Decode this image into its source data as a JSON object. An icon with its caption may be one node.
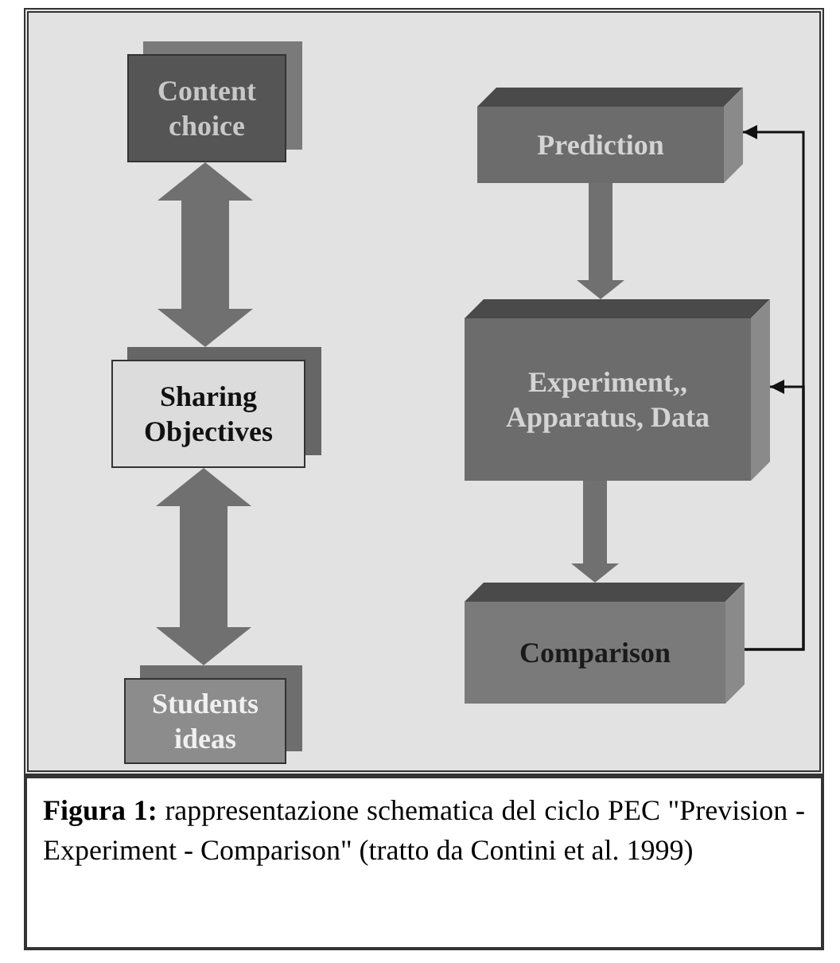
{
  "diagram": {
    "caption": "**Figura 1:** rappresentazione schematica del ciclo PEC \"Prevision - Experiment - Comparison\" (tratto da Contini et al. 1999)",
    "nodes": [
      {
        "text": [
          "Content choice"
        ]
      },
      {
        "text": [
          "Sharing Objectives"
        ]
      },
      {
        "text": [
          "Students ideas"
        ]
      },
      {
        "text": [
          "Prediction"
        ]
      },
      {
        "text": [
          "Experiment,, Apparatus, Data"
        ]
      },
      {
        "text": [
          "Comparison"
        ]
      }
    ],
    "edges": [
      {
        "from": 0,
        "to": 1,
        "arrow": "both",
        "style": "thick"
      },
      {
        "from": 1,
        "to": 2,
        "arrow": "both",
        "style": "thick"
      },
      {
        "from": 3,
        "to": 4,
        "arrow": "to"
      },
      {
        "from": 4,
        "to": 5,
        "arrow": "to"
      },
      {
        "from": 5,
        "to": 3,
        "arrow": "to",
        "color": "#111111"
      },
      {
        "from": 5,
        "to": 4,
        "arrow": "to",
        "color": "#111111"
      }
    ]
  }
}
